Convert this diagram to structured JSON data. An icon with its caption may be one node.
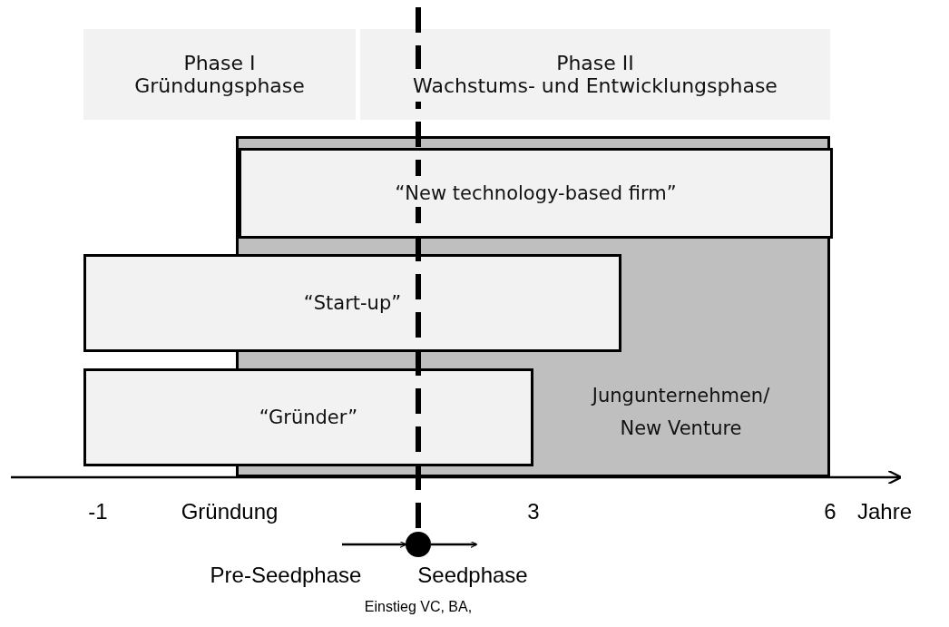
{
  "diagram": {
    "nodes": [
      {
        "text": [
          "Phase I",
          "Gründungsphase"
        ]
      },
      {
        "text": [
          "Phase II",
          "Wachstums- und Entwicklungsphase"
        ]
      },
      {
        "text": [
          "Jungunternehmen/ New Venture"
        ]
      },
      {
        "text": [
          "“New technology-based firm”"
        ],
        "in": 2
      },
      {
        "text": [
          "“Start-up”"
        ]
      },
      {
        "text": [
          "“Gründer”"
        ]
      },
      {
        "text": [],
        "shape": "circle"
      }
    ],
    "edges": [
      {
        "from": null,
        "to": 6,
        "arrow": "to"
      },
      {
        "from": 6,
        "to": null,
        "arrow": "to"
      }
    ],
    "labels": [
      "-1",
      "Gründung",
      "3",
      "6",
      "Jahre",
      "Pre-Seedphase",
      "Seedphase",
      "Einstieg VC, BA,"
    ]
  }
}
